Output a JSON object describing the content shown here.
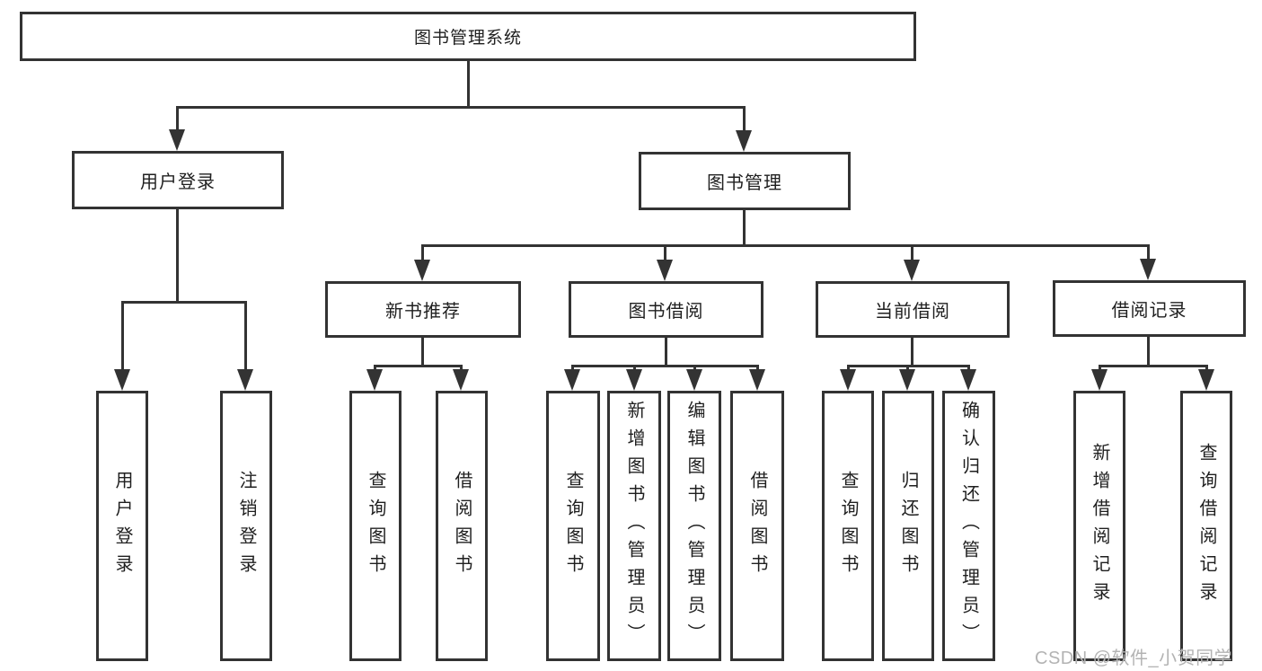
{
  "tree": {
    "root": {
      "label": "图书管理系统",
      "children": [
        {
          "label": "用户登录",
          "children": [
            {
              "label": "用户登录"
            },
            {
              "label": "注销登录"
            }
          ]
        },
        {
          "label": "图书管理",
          "children": [
            {
              "label": "新书推荐",
              "children": [
                {
                  "label": "查询图书"
                },
                {
                  "label": "借阅图书"
                }
              ]
            },
            {
              "label": "图书借阅",
              "children": [
                {
                  "label": "查询图书"
                },
                {
                  "label": "新增图书（管理员）"
                },
                {
                  "label": "编辑图书（管理员）"
                },
                {
                  "label": "借阅图书"
                }
              ]
            },
            {
              "label": "当前借阅",
              "children": [
                {
                  "label": "查询图书"
                },
                {
                  "label": "归还图书"
                },
                {
                  "label": "确认归还（管理员）"
                }
              ]
            },
            {
              "label": "借阅记录",
              "children": [
                {
                  "label": "新增借阅记录"
                },
                {
                  "label": "查询借阅记录"
                }
              ]
            }
          ]
        }
      ]
    }
  },
  "watermark": {
    "text": "CSDN @软件_小贺同学"
  },
  "colors": {
    "background": "#ffffff",
    "box_fill": "#ffffff",
    "box_border": "#333333",
    "line": "#333333",
    "text": "#1f1f1f",
    "watermark": "#b3b3b3"
  }
}
